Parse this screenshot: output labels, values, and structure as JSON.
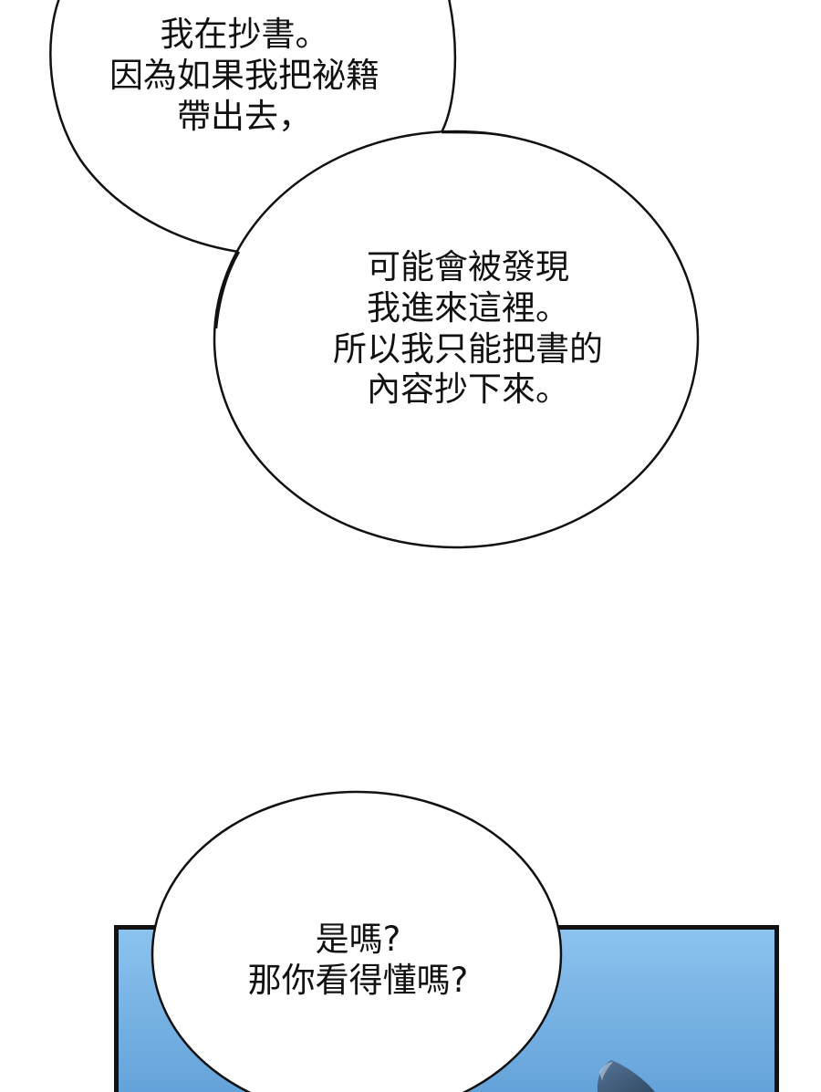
{
  "colors": {
    "background": "#ffffff",
    "bubble_fill": "#ffffff",
    "bubble_stroke": "#111111",
    "panel_border": "#111111",
    "panel_sky_top": "#8cc2ee",
    "panel_sky_bottom": "#5f9fd7",
    "fin_color": "#3f5f80"
  },
  "bubbles": [
    {
      "lines": [
        "我在抄書。",
        "因為如果我把祕籍",
        "帶出去，"
      ]
    },
    {
      "lines": [
        "可能會被發現",
        "我進來這裡。",
        "所以我只能把書的",
        "內容抄下來。"
      ]
    },
    {
      "lines": [
        "是嗎?",
        "那你看得懂嗎?"
      ]
    }
  ]
}
